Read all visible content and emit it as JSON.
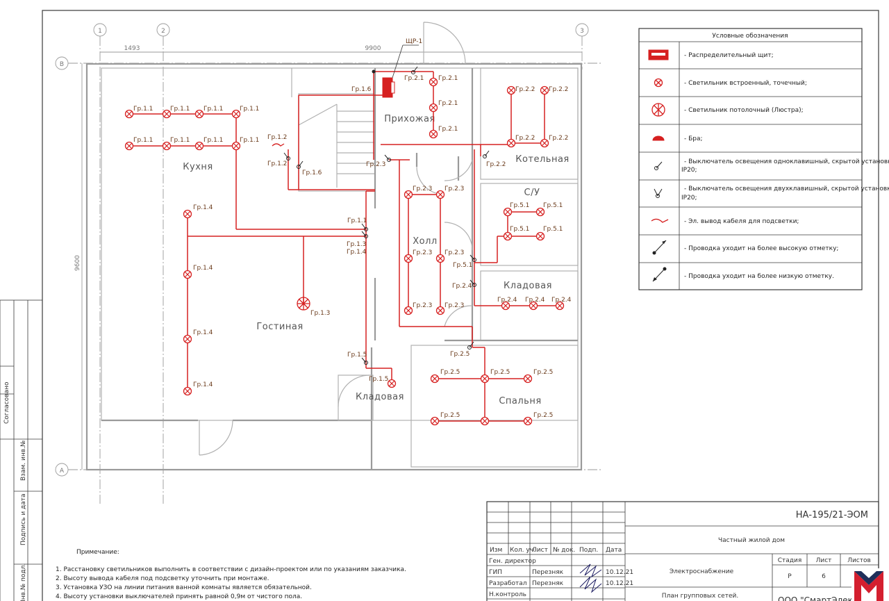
{
  "rooms": {
    "kitchen": "Кухня",
    "hall": "Прихожая",
    "boiler": "Котельная",
    "bathroom": "С/У",
    "holl": "Холл",
    "storage1": "Кладовая",
    "storage2": "Кладовая",
    "living": "Гостиная",
    "bedroom": "Спальня"
  },
  "axes": {
    "a1": "1",
    "a2": "2",
    "a3": "3",
    "aB": "В",
    "aA": "А"
  },
  "dimensions": {
    "d1": "1493",
    "d2": "9900",
    "d3": "9600"
  },
  "panel_label": "ЩР-1",
  "groups": {
    "g11": "Гр.1.1",
    "g12": "Гр.1.2",
    "g13": "Гр.1.3",
    "g14": "Гр.1.4",
    "g15": "Гр.1.5",
    "g16": "Гр.1.6",
    "g21": "Гр.2.1",
    "g22": "Гр.2.2",
    "g23": "Гр.2.3",
    "g24": "Гр.2.4",
    "g25": "Гр.2.5",
    "g51": "Гр.5.1"
  },
  "legend": {
    "title": "Условные обозначения",
    "items": [
      {
        "icon": "distribution-panel-icon",
        "text": "- Распределительный щит;"
      },
      {
        "icon": "spotlight-icon",
        "text": "- Светильник встроенный, точечный;"
      },
      {
        "icon": "chandelier-icon",
        "text": "- Светильник потолочный (Люстра);"
      },
      {
        "icon": "sconce-icon",
        "text": "- Бра;"
      },
      {
        "icon": "single-switch-icon",
        "text": "- Выключатель освещения одноклавишный, скрытой установки,",
        "text2": "IP20;"
      },
      {
        "icon": "double-switch-icon",
        "text": "- Выключатель освещения двухклавишный, скрытой установки,",
        "text2": "IP20;"
      },
      {
        "icon": "cable-outlet-icon",
        "text": "- Эл. вывод кабеля для подсветки;"
      },
      {
        "icon": "wire-up-icon",
        "text": "- Проводка уходит на более высокую отметку;"
      },
      {
        "icon": "wire-down-icon",
        "text": "- Проводка уходит на более низкую отметку."
      }
    ]
  },
  "notes": {
    "title": "Примечание:",
    "lines": [
      "1. Расстановку светильников выполнить в соответствии с дизайн-проектом или по указаниям заказчика.",
      "2. Высоту вывода кабеля под подсветку уточнить при монтаже.",
      "3. Установка УЗО на линии питания ванной комнаты является обязательной.",
      "4. Высоту установки выключателей принять равной 0,9м от чистого пола."
    ]
  },
  "side": {
    "agreed": "Согласовано",
    "inv": "Взам. инв.№",
    "sign": "Подпись и дата",
    "inv_orig": "Инв.№ подл."
  },
  "stamp": {
    "code": "НА-195/21-ЭОМ",
    "object": "Частный жилой дом",
    "section": "Электроснабжение",
    "sheet_title": "План групповых сетей.",
    "company": "ООО \"СмартЭлектрик\"",
    "headers": {
      "izm": "Изм",
      "kol": "Кол. уч.",
      "list": "Лист",
      "ndok": "№ док.",
      "podp": "Подп.",
      "data": "Дата"
    },
    "roles": {
      "gen": "Ген. директор",
      "gip": "ГИП",
      "razr": "Разработал",
      "nkontr": "Н.контроль"
    },
    "gip_name": "Перезняк",
    "gip_date": "10.12.21",
    "razr_name": "Перезняк",
    "razr_date": "10.12.21",
    "stage_h": "Стадия",
    "list_h": "Лист",
    "listov_h": "Листов",
    "stage": "Р",
    "list": "6",
    "listov": ""
  },
  "colors": {
    "wire": "#d62020",
    "walls": "#9a9a9a",
    "frame": "#3a3a3a",
    "label": "#6a3a1a"
  }
}
